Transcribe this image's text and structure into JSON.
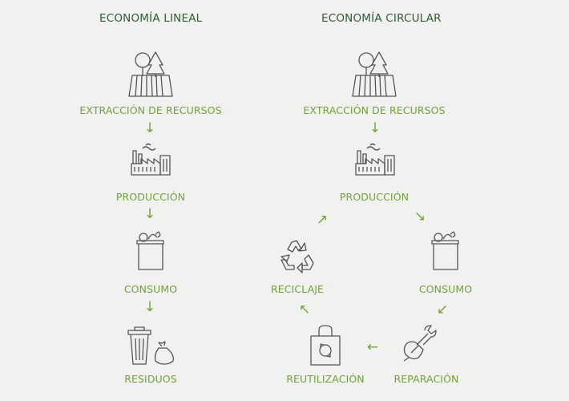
{
  "linear": {
    "title": "ECONOMÍA LINEAL",
    "steps": [
      "EXTRACCIÓN DE RECURSOS",
      "PRODUCCIÓN",
      "CONSUMO",
      "RESIDUOS"
    ]
  },
  "circular": {
    "title": "ECONOMÍA CIRCULAR",
    "steps": [
      "EXTRACCIÓN DE RECURSOS",
      "PRODUCCIÓN",
      "CONSUMO",
      "REPARACIÓN",
      "REUTILIZACIÓN",
      "RECICLAJE"
    ]
  },
  "arrows": {
    "down": "↓",
    "down_right": "↘",
    "down_left": "↙",
    "left": "←",
    "up_left": "↖",
    "up_right": "↗"
  },
  "colors": {
    "title": "#2e5e34",
    "label": "#6fa33a",
    "icon": "#555555",
    "background": "#f1f1f0"
  }
}
